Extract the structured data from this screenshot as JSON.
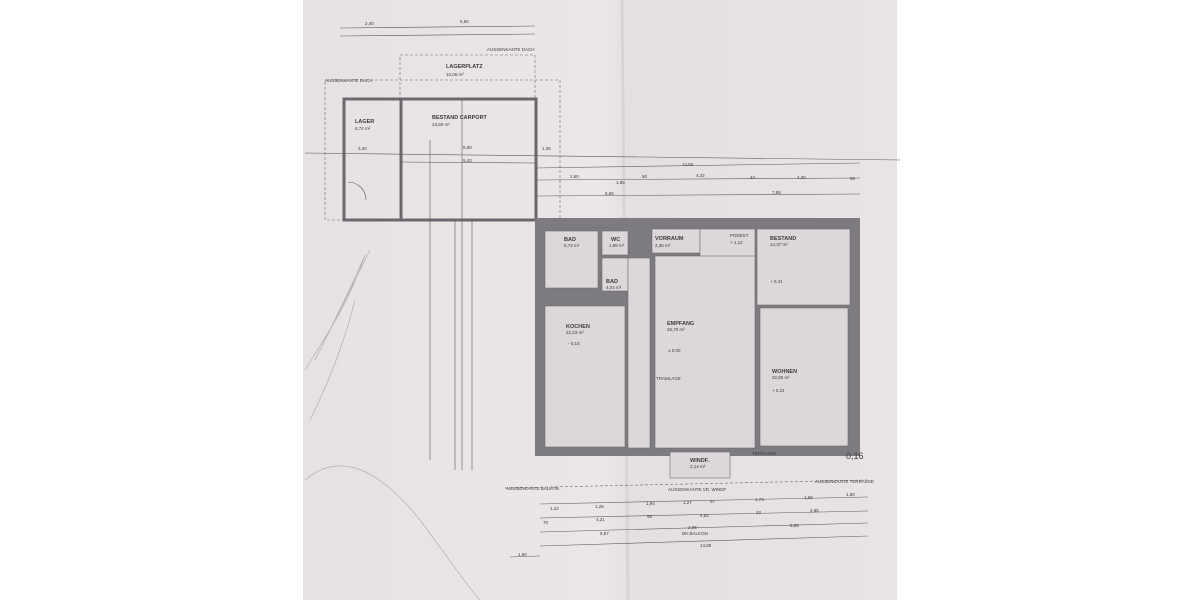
{
  "carport": {
    "aussenkante_dach_1": "AUSSENKANTE DACH",
    "aussenkante_dach_2": "AUSSENKANTE DACH",
    "lagerplatz": {
      "name": "LAGERPLATZ",
      "area": "10,06 m²"
    },
    "lager": {
      "name": "LAGER",
      "area": "6,72 m²"
    },
    "bestand_carport": {
      "name": "BESTAND CARPORT",
      "area": "23,69 m²"
    },
    "top_dims": [
      "2,40",
      "5,60"
    ],
    "inner_dims": [
      "3,20",
      "5,80",
      "5,42",
      "1,06"
    ]
  },
  "house": {
    "rooms": [
      {
        "name": "BAD",
        "area": "5,73 m²"
      },
      {
        "name": "WC",
        "area": "1,98 m²"
      },
      {
        "name": "BAD",
        "area": "4,04 m²"
      },
      {
        "name": "VORRAUM",
        "area": "2,36 m²"
      },
      {
        "name": "PODEST",
        "area": "+ 1,12"
      },
      {
        "name": "BESTAND",
        "area": "14,37 m²"
      },
      {
        "name": "KOCHEN",
        "area": "22,23 m²"
      },
      {
        "name": "EMPFANG",
        "area": "26,70 m²"
      },
      {
        "name": "WOHNEN",
        "area": "32,86 m²"
      },
      {
        "name": "WINDF.",
        "area": "2,14 m²"
      }
    ],
    "levels": {
      "kochen": "- 0,10",
      "empfang": "± 0,00",
      "wohnen": "+ 0,21",
      "bestand": "+ 0,41"
    },
    "tramlage": "TRAMLAGE",
    "terrasse": "TERRASSE",
    "elevation": "0,16",
    "top_dims_row1": [
      "14,55"
    ],
    "top_dims_row2": [
      "2,60",
      "1,85",
      "50",
      "4,22",
      "42",
      "4,30",
      "65"
    ],
    "top_dims_row3": [
      "5,65",
      "7,88"
    ]
  },
  "bottom": {
    "aussenkante_balkon": "AUSSENKANTE BALKON",
    "aussenkante_windf": "AUSSENKANTE VD. WINDF",
    "aussenkante_terrasse": "AUSSENKANTE TERRASSE",
    "row1": [
      "1,22",
      "1,25",
      "1,94",
      "1,27",
      "97",
      "1,73",
      "1,65",
      "1,50"
    ],
    "row2": [
      "70",
      "4,21",
      "55",
      "4,52",
      "42",
      "4,85"
    ],
    "row3": [
      "5,87",
      "2,05",
      "6,89"
    ],
    "dk_balkon": "DK.BALKON",
    "row4": [
      "14,85"
    ],
    "row5": [
      "1,50"
    ]
  }
}
